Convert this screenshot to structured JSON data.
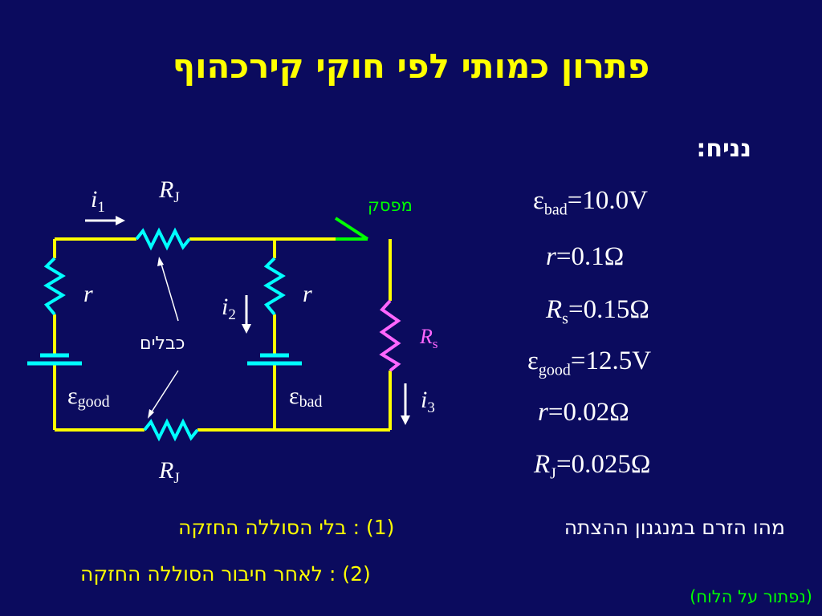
{
  "title": "פתרון כמותי לפי חוקי קירכהוף",
  "given": {
    "heading": "נניח:",
    "items": [
      {
        "sym": "ε",
        "sub": "bad",
        "value": "=10.0V"
      },
      {
        "sym": "r",
        "sub": "",
        "value": "=0.1Ω"
      },
      {
        "sym": "R",
        "sub": "s",
        "value": "=0.15Ω"
      },
      {
        "sym": "ε",
        "sub": "good",
        "value": "=12.5V"
      },
      {
        "sym": "r",
        "sub": "",
        "value": "=0.02Ω"
      },
      {
        "sym": "R",
        "sub": "J",
        "value": "=0.025Ω"
      }
    ]
  },
  "circuit": {
    "i1": {
      "sym": "i",
      "sub": "1"
    },
    "i2": {
      "sym": "i",
      "sub": "2"
    },
    "i3": {
      "sym": "i",
      "sub": "3"
    },
    "rj_top": {
      "sym": "R",
      "sub": "J"
    },
    "rj_bottom": {
      "sym": "R",
      "sub": "J"
    },
    "r_left": "r",
    "r_mid": "r",
    "rs": {
      "sym": "R",
      "sub": "s"
    },
    "e_good": {
      "sym": "ε",
      "sub": "good"
    },
    "e_bad": {
      "sym": "ε",
      "sub": "bad"
    },
    "switch_label": "מפסק",
    "cables_label": "כבלים"
  },
  "question": {
    "main": "מהו הזרם במנגנון ההצתה",
    "case1": "(1) : בלי הסוללה החזקה",
    "case2": "(2) : לאחר חיבור הסוללה החזקה"
  },
  "note": "(נפתור על הלוח)",
  "colors": {
    "background": "#0b0b5e",
    "title": "#ffff00",
    "wire": "#ffff00",
    "battery_resistor": "#00ffff",
    "rs": "#ff66ff",
    "arrow": "#ffffff",
    "switch": "#00ff00",
    "note": "#00ff00"
  }
}
